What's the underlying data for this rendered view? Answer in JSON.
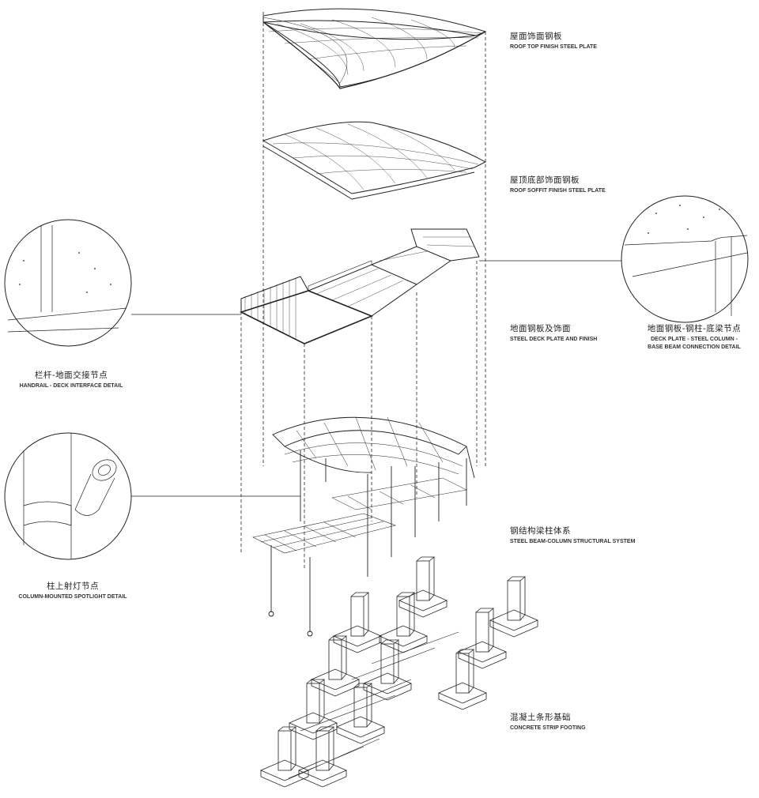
{
  "layers": [
    {
      "cn": "屋面饰面钢板",
      "en": "ROOF TOP FINISH STEEL PLATE"
    },
    {
      "cn": "屋顶底部饰面钢板",
      "en": "ROOF SOFFIT FINISH STEEL PLATE"
    },
    {
      "cn": "地面钢板及饰面",
      "en": "STEEL DECK PLATE AND FINISH"
    },
    {
      "cn": "钢结构梁柱体系",
      "en": "STEEL BEAM-COLUMN STRUCTURAL SYSTEM"
    },
    {
      "cn": "混凝土条形基础",
      "en": "CONCRETE STRIP FOOTING"
    }
  ],
  "details": [
    {
      "cn": "栏杆-地面交接节点",
      "en": "HANDRAIL - DECK INTERFACE DETAIL"
    },
    {
      "cn": "柱上射灯节点",
      "en": "COLUMN-MOUNTED SPOTLIGHT DETAIL"
    },
    {
      "cn": "地面钢板-钢柱-底梁节点",
      "en1": "DECK PLATE - STEEL COLUMN -",
      "en2": "BASE BEAM CONNECTION DETAIL"
    }
  ],
  "colors": {
    "line": "#222222",
    "background": "#ffffff"
  }
}
